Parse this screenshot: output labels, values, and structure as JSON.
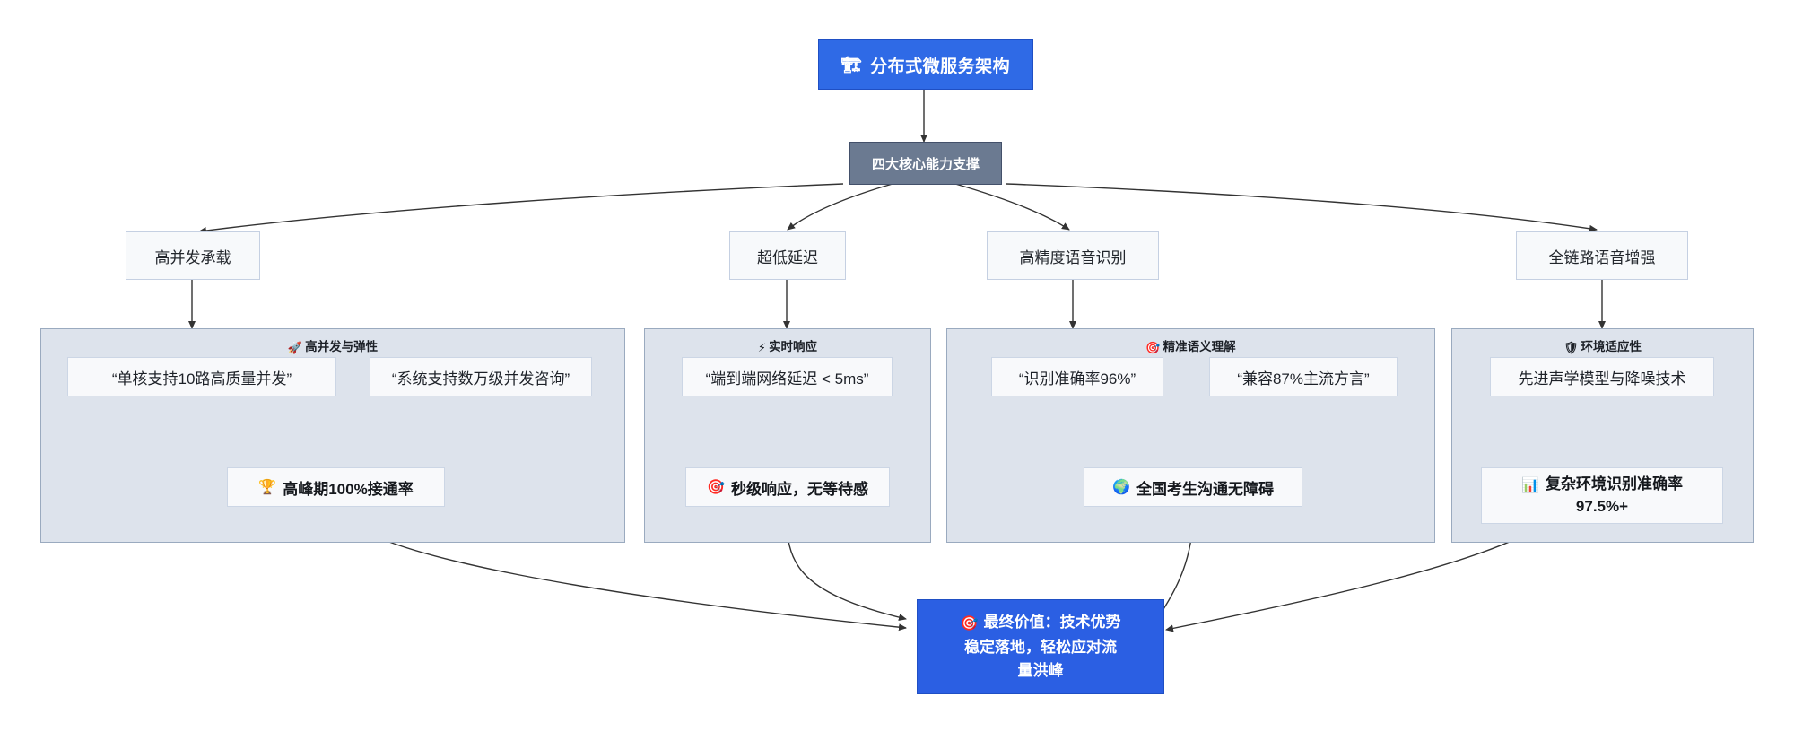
{
  "diagram": {
    "title": "分布式微服务架构",
    "type": "flowchart",
    "colors": {
      "root_fill": "#2f6ae6",
      "root_stroke": "#1f4fc4",
      "hub_fill": "#6b7a91",
      "hub_stroke": "#43506a",
      "cluster_fill": "#dde3ec",
      "cluster_stroke": "#9aaabf",
      "node_fill": "#f8f9fb",
      "node_stroke": "#ccd6e5",
      "final_fill": "#2b5fe3",
      "edge_stroke": "#333333",
      "text_dark": "#1d2128",
      "text_light": "#ffffff"
    }
  },
  "root": {
    "icon": "construction-icon",
    "icon_glyph": "🏗",
    "label": "分布式微服务架构"
  },
  "hub": {
    "label": "四大核心能力支撑"
  },
  "capabilities": [
    {
      "id": "cap-concurrency",
      "label": "高并发承载"
    },
    {
      "id": "cap-latency",
      "label": "超低延迟"
    },
    {
      "id": "cap-asr",
      "label": "高精度语音识别"
    },
    {
      "id": "cap-enhance",
      "label": "全链路语音增强"
    }
  ],
  "clusters": [
    {
      "id": "cluster-concurrency",
      "icon": "rocket-icon",
      "icon_glyph": "🚀",
      "title": "高并发与弹性",
      "evidence": [
        {
          "id": "ev-single-core",
          "label": "“单核支持10路高质量并发”"
        },
        {
          "id": "ev-system-scale",
          "label": "“系统支持数万级并发咨询”"
        }
      ],
      "result": {
        "id": "res-peak-rate",
        "icon": "trophy-icon",
        "icon_glyph": "🏆",
        "label": "高峰期100%接通率",
        "label_line2": ""
      }
    },
    {
      "id": "cluster-latency",
      "icon": "lightning-icon",
      "icon_glyph": "⚡",
      "title": "实时响应",
      "evidence": [
        {
          "id": "ev-e2e-latency",
          "label": "“端到端网络延迟 < 5ms”"
        }
      ],
      "result": {
        "id": "res-second-response",
        "icon": "dart-icon",
        "icon_glyph": "🎯",
        "label": "秒级响应，无等待感",
        "label_line2": ""
      }
    },
    {
      "id": "cluster-semantic",
      "icon": "dart-icon",
      "icon_glyph": "🎯",
      "title": "精准语义理解",
      "evidence": [
        {
          "id": "ev-accuracy-96",
          "label": "“识别准确率96%”"
        },
        {
          "id": "ev-dialect-87",
          "label": "“兼容87%主流方言”"
        }
      ],
      "result": {
        "id": "res-nationwide",
        "icon": "globe-icon",
        "icon_glyph": "🌍",
        "label": "全国考生沟通无障碍",
        "label_line2": ""
      }
    },
    {
      "id": "cluster-environment",
      "icon": "shield-icon",
      "icon_glyph": "🛡",
      "title": "环境适应性",
      "evidence": [
        {
          "id": "ev-acoustic-model",
          "label": "先进声学模型与降噪技术"
        }
      ],
      "result": {
        "id": "res-complex-env",
        "icon": "bar-chart-icon",
        "icon_glyph": "📊",
        "label": "复杂环境识别准确率",
        "label_line2": "97.5%+"
      }
    }
  ],
  "final": {
    "icon": "dart-icon",
    "icon_glyph": "🎯",
    "line1": "最终价值：技术优势",
    "line2": "稳定落地，轻松应对流",
    "line3": "量洪峰"
  }
}
